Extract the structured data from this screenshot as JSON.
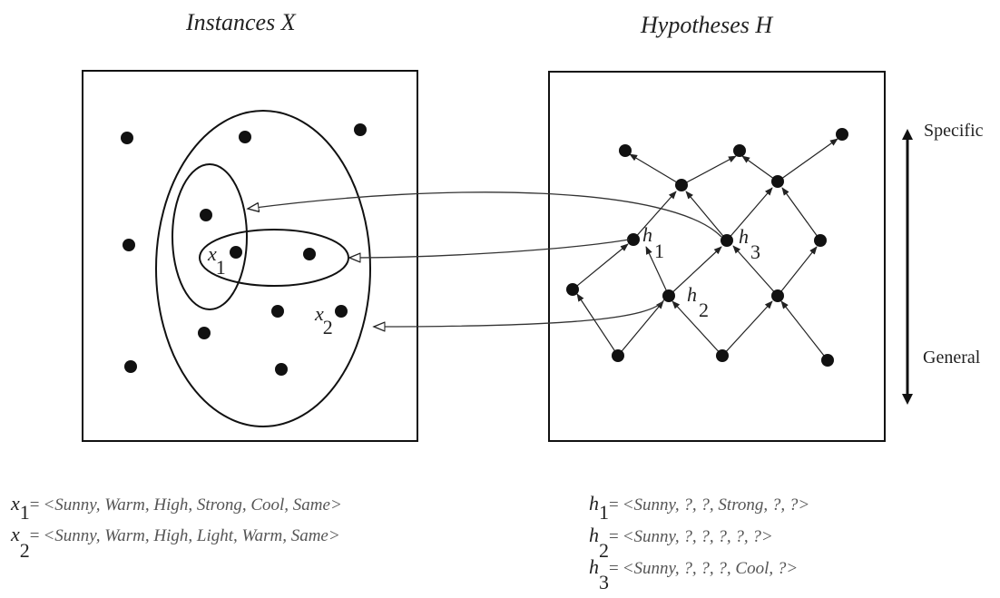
{
  "instances": {
    "title": "Instances X",
    "points": {
      "x1": {
        "var": "x",
        "sub": "1"
      },
      "x2": {
        "var": "x",
        "sub": "2"
      }
    },
    "definitions": [
      {
        "var": "x",
        "sub": "1",
        "eq": "=",
        "value": "<Sunny, Warm, High, Strong, Cool, Same>"
      },
      {
        "var": "x",
        "sub": "2",
        "eq": "=",
        "value": "<Sunny, Warm, High, Light, Warm, Same>"
      }
    ]
  },
  "hypotheses": {
    "title": "Hypotheses H",
    "points": {
      "h1": {
        "var": "h",
        "sub": "1"
      },
      "h2": {
        "var": "h",
        "sub": "2"
      },
      "h3": {
        "var": "h",
        "sub": "3"
      }
    },
    "definitions": [
      {
        "var": "h",
        "sub": "1",
        "eq": "=",
        "value": "<Sunny, ?, ?, Strong, ?, ?>"
      },
      {
        "var": "h",
        "sub": "2",
        "eq": "=",
        "value": "<Sunny, ?, ?, ?, ?, ?>"
      },
      {
        "var": "h",
        "sub": "3",
        "eq": "=",
        "value": "<Sunny, ?, ?, ?, Cool, ?>"
      }
    ]
  },
  "axis": {
    "top_label": "Specific",
    "bottom_label": "General"
  }
}
